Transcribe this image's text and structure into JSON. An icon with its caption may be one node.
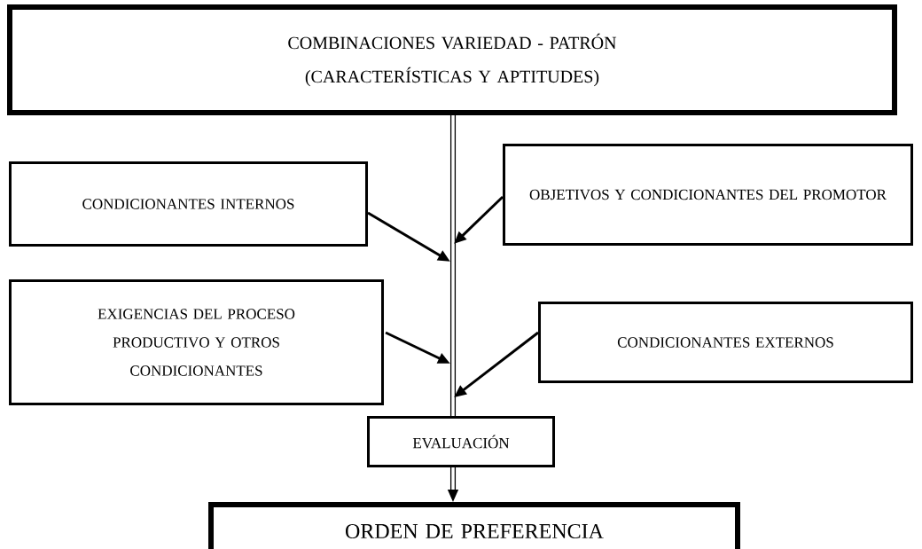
{
  "diagram": {
    "nodes": [
      {
        "text": [
          "COMBINACIONES VARIEDAD - PATRÓN (CARACTERÍSTICAS Y APTITUDES)"
        ]
      },
      {
        "text": [
          "CONDICIONANTES INTERNOS"
        ]
      },
      {
        "text": [
          "OBJETIVOS Y CONDICIONANTES DEL PROMOTOR"
        ]
      },
      {
        "text": [
          "EXIGENCIAS DEL PROCESO PRODUCTIVO Y OTROS CONDICIONANTES"
        ]
      },
      {
        "text": [
          "CONDICIONANTES EXTERNOS"
        ]
      },
      {
        "text": [
          "EVALUACIÓN"
        ]
      },
      {
        "text": [
          "ORDEN DE PREFERENCIA"
        ]
      }
    ],
    "edges": [
      {
        "from": 0,
        "to": 5,
        "arrow": "none",
        "style": "thick"
      },
      {
        "from": 5,
        "to": 6,
        "arrow": "to",
        "style": "thick"
      },
      {
        "from": 1,
        "to": null,
        "arrow": "to"
      },
      {
        "from": 2,
        "to": null,
        "arrow": "to"
      },
      {
        "from": 3,
        "to": null,
        "arrow": "to"
      },
      {
        "from": 4,
        "to": null,
        "arrow": "to"
      }
    ]
  }
}
